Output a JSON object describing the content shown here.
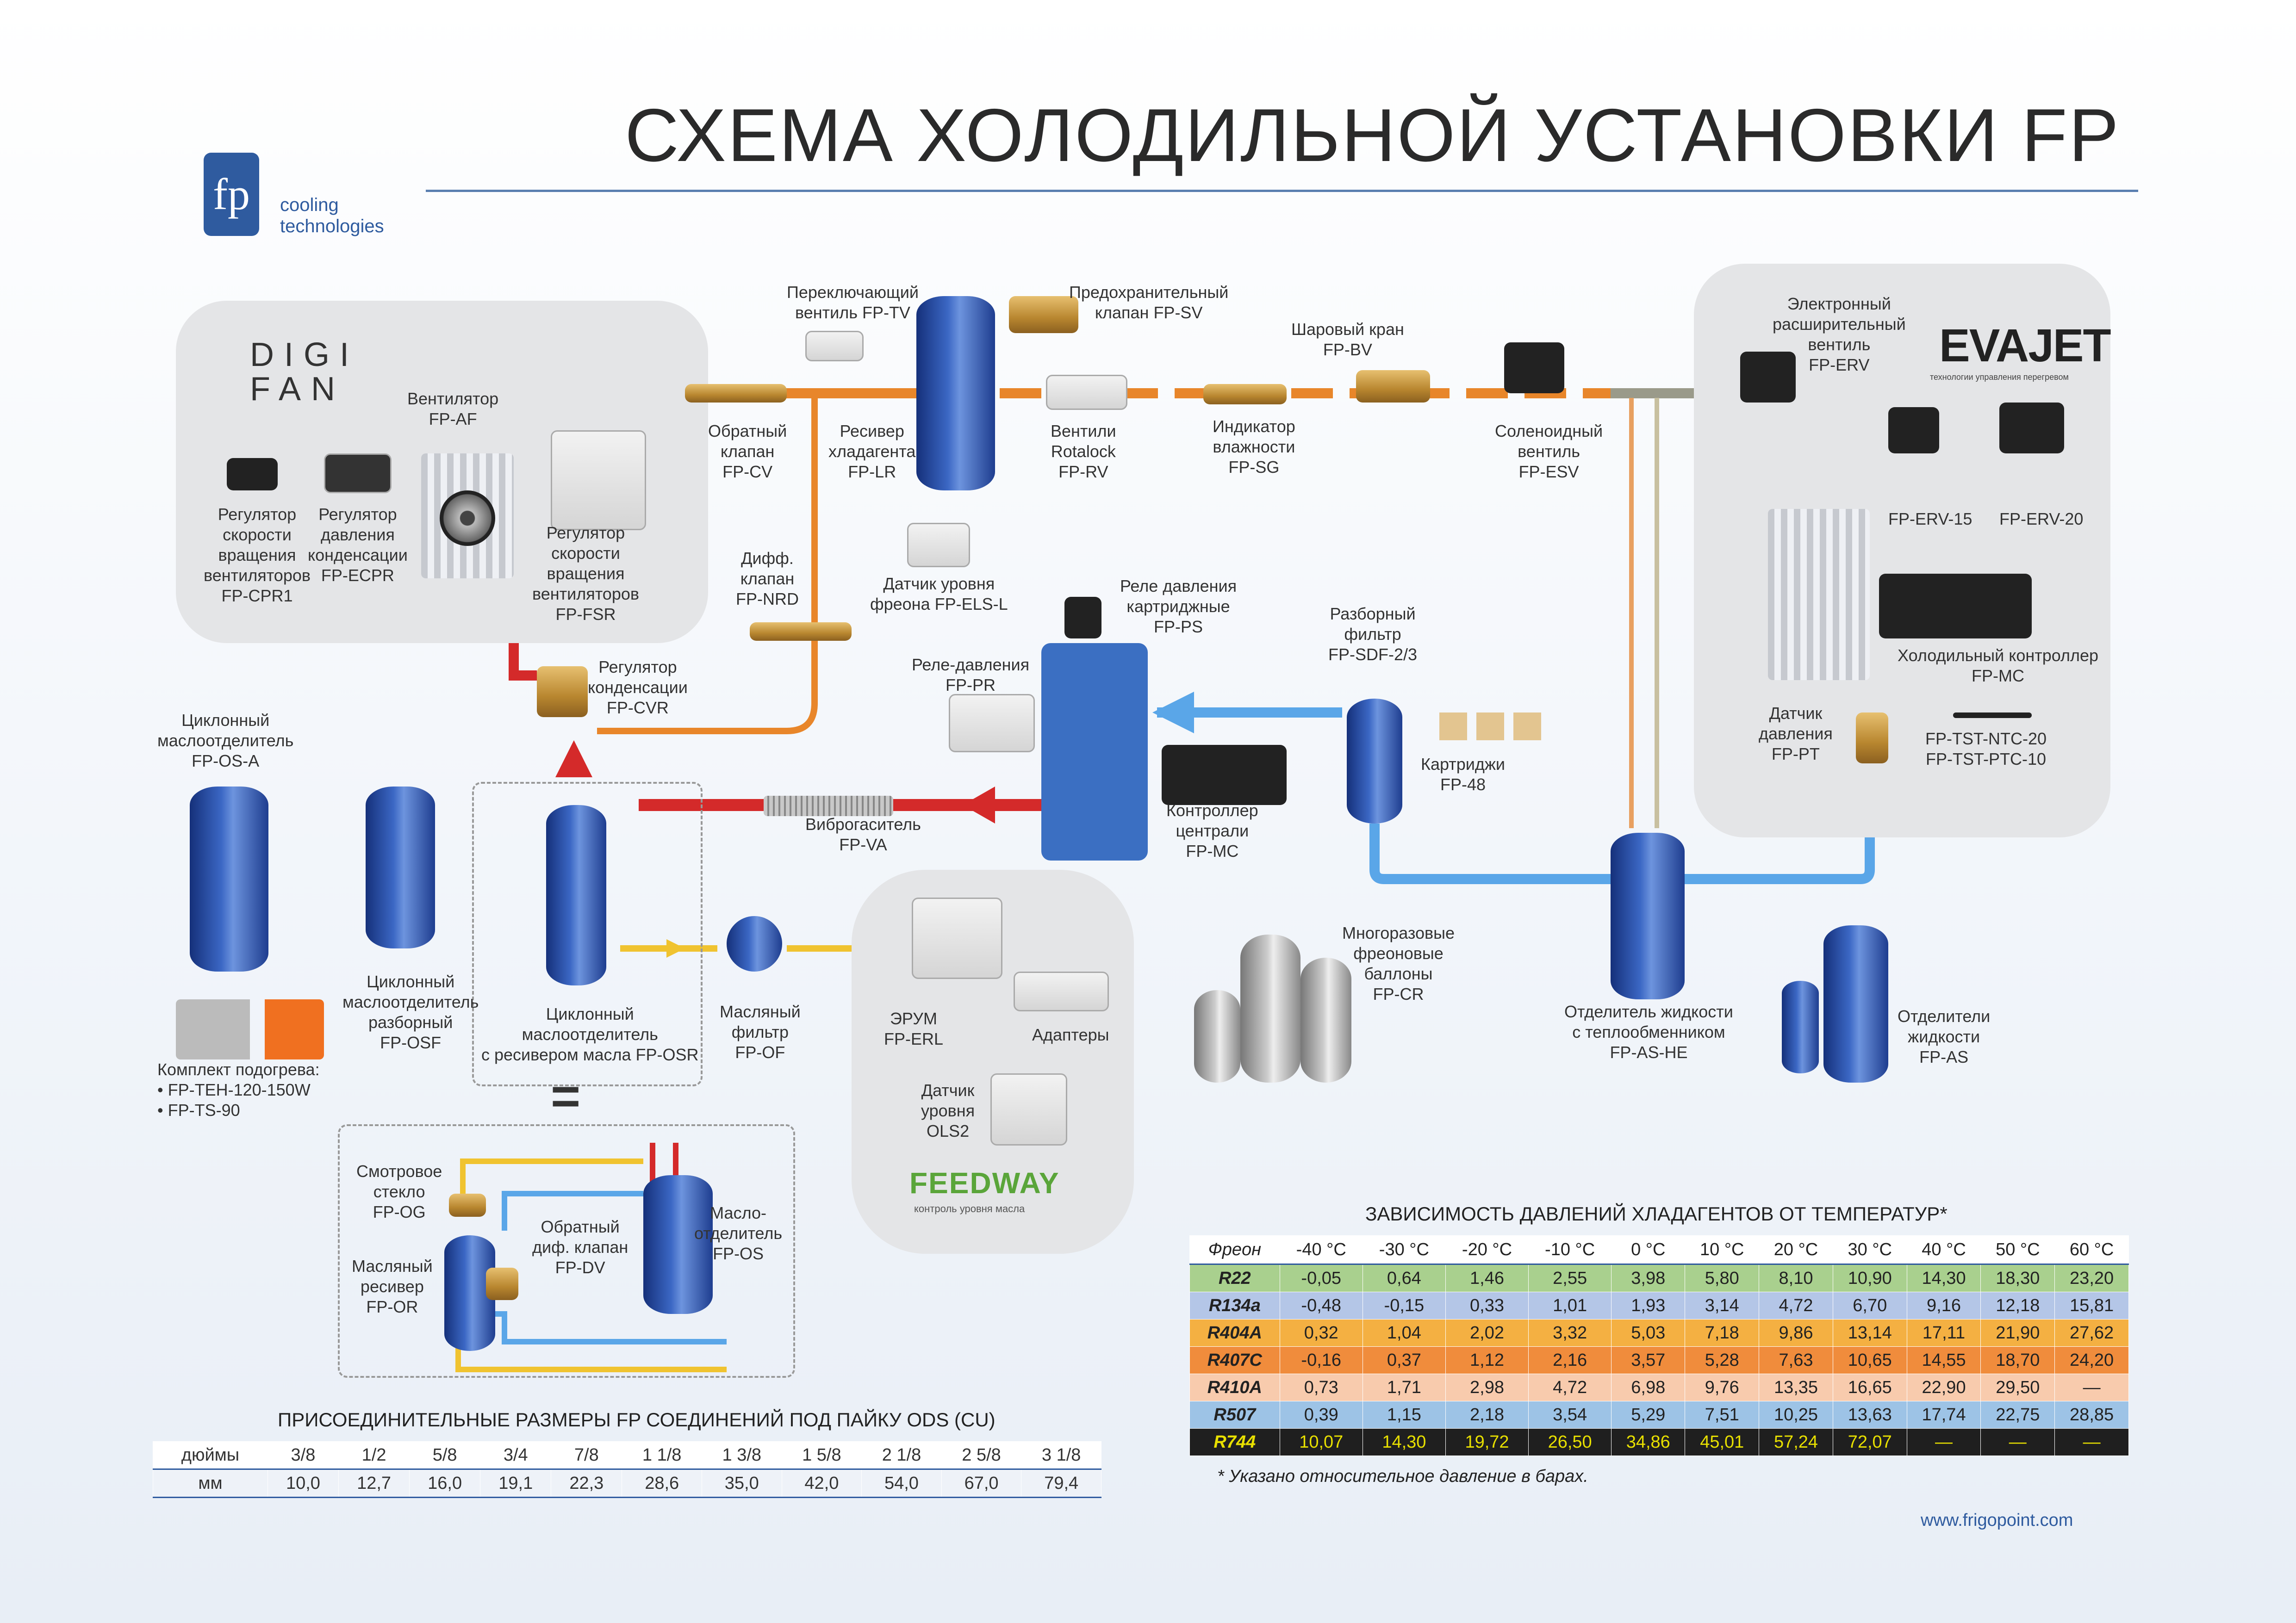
{
  "title": "СХЕМА ХОЛОДИЛЬНОЙ УСТАНОВКИ FP",
  "logo": {
    "mark": "fp",
    "line1": "cooling",
    "line2": "technologies"
  },
  "brands": {
    "digifan_1": "DIGI",
    "digifan_2": "FAN",
    "evajet": "EVAJET",
    "evajet_sub": "технологии управления перегревом",
    "feedway": "FEEDWAY",
    "feedway_sub": "контроль уровня масла"
  },
  "labels": {
    "fp_af": [
      "Вентилятор",
      "FP-AF"
    ],
    "fp_cpr1": [
      "Регулятор",
      "скорости",
      "вращения",
      "вентиляторов",
      "FP-CPR1"
    ],
    "fp_ecpr": [
      "Регулятор",
      "давления",
      "конденсации",
      "FP-ECPR"
    ],
    "fp_fsr": [
      "Регулятор",
      "скорости",
      "вращения",
      "вентиляторов",
      "FP-FSR"
    ],
    "fp_cvr": [
      "Регулятор",
      "конденсации",
      "FP-CVR"
    ],
    "fp_cv": [
      "Обратный",
      "клапан",
      "FP-CV"
    ],
    "fp_nrd": [
      "Дифф.",
      "клапан",
      "FP-NRD"
    ],
    "fp_tv": [
      "Переключающий",
      "вентиль FP-TV"
    ],
    "fp_lr": [
      "Ресивер",
      "хладагента",
      "FP-LR"
    ],
    "fp_sv": [
      "Предохранительный",
      "клапан FP-SV"
    ],
    "fp_rv": [
      "Вентили",
      "Rotalock",
      "FP-RV"
    ],
    "fp_els": [
      "Датчик уровня",
      "фреона FP-ELS-L"
    ],
    "fp_sg": [
      "Индикатор",
      "влажности",
      "FP-SG"
    ],
    "fp_bv": [
      "Шаровый кран",
      "FP-BV"
    ],
    "fp_esv": [
      "Соленоидный",
      "вентиль",
      "FP-ESV"
    ],
    "fp_ps": [
      "Реле давления",
      "картриджные",
      "FP-PS"
    ],
    "fp_pr": [
      "Реле-давления",
      "FP-PR"
    ],
    "fp_sdf": [
      "Разборный",
      "фильтр",
      "FP-SDF-2/3"
    ],
    "fp_48": [
      "Картриджи",
      "FP-48"
    ],
    "fp_mc_central": [
      "Контроллер",
      "централи",
      "FP-MC"
    ],
    "fp_va": [
      "Виброгаситель",
      "FP-VA"
    ],
    "fp_os_a": [
      "Циклонный",
      "маслоотделитель",
      "FP-OS-A"
    ],
    "fp_osf": [
      "Циклонный",
      "маслоотделитель",
      "разборный",
      "FP-OSF"
    ],
    "fp_osr": [
      "Циклонный",
      "маслоотделитель",
      "с ресивером  масла FP-OSR"
    ],
    "fp_of": [
      "Масляный",
      "фильтр",
      "FP-OF"
    ],
    "fp_erl": [
      "ЭРУМ",
      "FP-ERL"
    ],
    "adapters": [
      "Адаптеры"
    ],
    "ols2": [
      "Датчик",
      "уровня",
      "OLS2"
    ],
    "fp_cr": [
      "Многоразовые",
      "фреоновые",
      "баллоны",
      "FP-CR"
    ],
    "fp_as_he": [
      "Отделитель жидкости",
      "с теплообменником",
      "FP-AS-HE"
    ],
    "fp_as": [
      "Отделители",
      "жидкости",
      "FP-AS"
    ],
    "fp_erv": [
      "Электронный",
      "расширительный",
      "вентиль",
      "FP-ERV"
    ],
    "fp_erv15": [
      "FP-ERV-15"
    ],
    "fp_erv20": [
      "FP-ERV-20"
    ],
    "fp_mc": [
      "Холодильный контроллер",
      "FP-MC"
    ],
    "fp_pt": [
      "Датчик",
      "давления",
      "FP-PT"
    ],
    "fp_tst": [
      "FP-TST-NTC-20",
      "FP-TST-PTC-10"
    ],
    "fp_og": [
      "Смотровое",
      "стекло",
      "FP-OG"
    ],
    "fp_or": [
      "Масляный",
      "ресивер",
      "FP-OR"
    ],
    "fp_dv": [
      "Обратный",
      "диф. клапан",
      "FP-DV"
    ],
    "fp_os": [
      "Масло-",
      "отделитель",
      "FP-OS"
    ],
    "heat_kit": [
      "Комплект подогрева:",
      "• FP-TEH-120-150W",
      "• FP-TS-90"
    ]
  },
  "equals_sign": "=",
  "ods_table": {
    "caption": "ПРИСОЕДИНИТЕЛЬНЫЕ РАЗМЕРЫ FP СОЕДИНЕНИЙ ПОД ПАЙКУ ODS (CU)",
    "rows": [
      [
        "дюймы",
        "3/8",
        "1/2",
        "5/8",
        "3/4",
        "7/8",
        "1 1/8",
        "1 3/8",
        "1 5/8",
        "2 1/8",
        "2 5/8",
        "3 1/8"
      ],
      [
        "мм",
        "10,0",
        "12,7",
        "16,0",
        "19,1",
        "22,3",
        "28,6",
        "35,0",
        "42,0",
        "54,0",
        "67,0",
        "79,4"
      ]
    ]
  },
  "pressure_table": {
    "caption": "ЗАВИСИМОСТЬ ДАВЛЕНИЙ ХЛАДАГЕНТОВ ОТ ТЕМПЕРАТУР*",
    "header": [
      "Фреон",
      "-40 °C",
      "-30 °C",
      "-20 °C",
      "-10 °C",
      "0 °C",
      "10 °C",
      "20 °C",
      "30 °C",
      "40 °C",
      "50 °C",
      "60 °C"
    ],
    "rows": [
      {
        "name": "R22",
        "color": "#a9d08e",
        "values": [
          "-0,05",
          "0,64",
          "1,46",
          "2,55",
          "3,98",
          "5,80",
          "8,10",
          "10,90",
          "14,30",
          "18,30",
          "23,20"
        ]
      },
      {
        "name": "R134a",
        "color": "#b4c6e7",
        "values": [
          "-0,48",
          "-0,15",
          "0,33",
          "1,01",
          "1,93",
          "3,14",
          "4,72",
          "6,70",
          "9,16",
          "12,18",
          "15,81"
        ]
      },
      {
        "name": "R404A",
        "color": "#f4b042",
        "values": [
          "0,32",
          "1,04",
          "2,02",
          "3,32",
          "5,03",
          "7,18",
          "9,86",
          "13,14",
          "17,11",
          "21,90",
          "27,62"
        ]
      },
      {
        "name": "R407C",
        "color": "#f08c3c",
        "values": [
          "-0,16",
          "0,37",
          "1,12",
          "2,16",
          "3,57",
          "5,28",
          "7,63",
          "10,65",
          "14,55",
          "18,70",
          "24,20"
        ]
      },
      {
        "name": "R410A",
        "color": "#f8cbad",
        "values": [
          "0,73",
          "1,71",
          "2,98",
          "4,72",
          "6,98",
          "9,76",
          "13,35",
          "16,65",
          "22,90",
          "29,50",
          "—"
        ]
      },
      {
        "name": "R507",
        "color": "#9dc3e6",
        "values": [
          "0,39",
          "1,15",
          "2,18",
          "3,54",
          "5,29",
          "7,51",
          "10,25",
          "13,63",
          "17,74",
          "22,75",
          "28,85"
        ]
      },
      {
        "name": "R744",
        "color": "#1f1f1f",
        "text_color": "#e8e000",
        "values": [
          "10,07",
          "14,30",
          "19,72",
          "26,50",
          "34,86",
          "45,01",
          "57,24",
          "72,07",
          "—",
          "—",
          "—"
        ]
      }
    ],
    "note": "* Указано относительное давление в барах."
  },
  "website": "www.frigopoint.com",
  "colors": {
    "hot": "#e8862a",
    "discharge": "#d42a2a",
    "liquid": "#3b6fc2",
    "suction": "#5aa6e8",
    "oil": "#f0c330",
    "brand": "#2f5b9f"
  }
}
